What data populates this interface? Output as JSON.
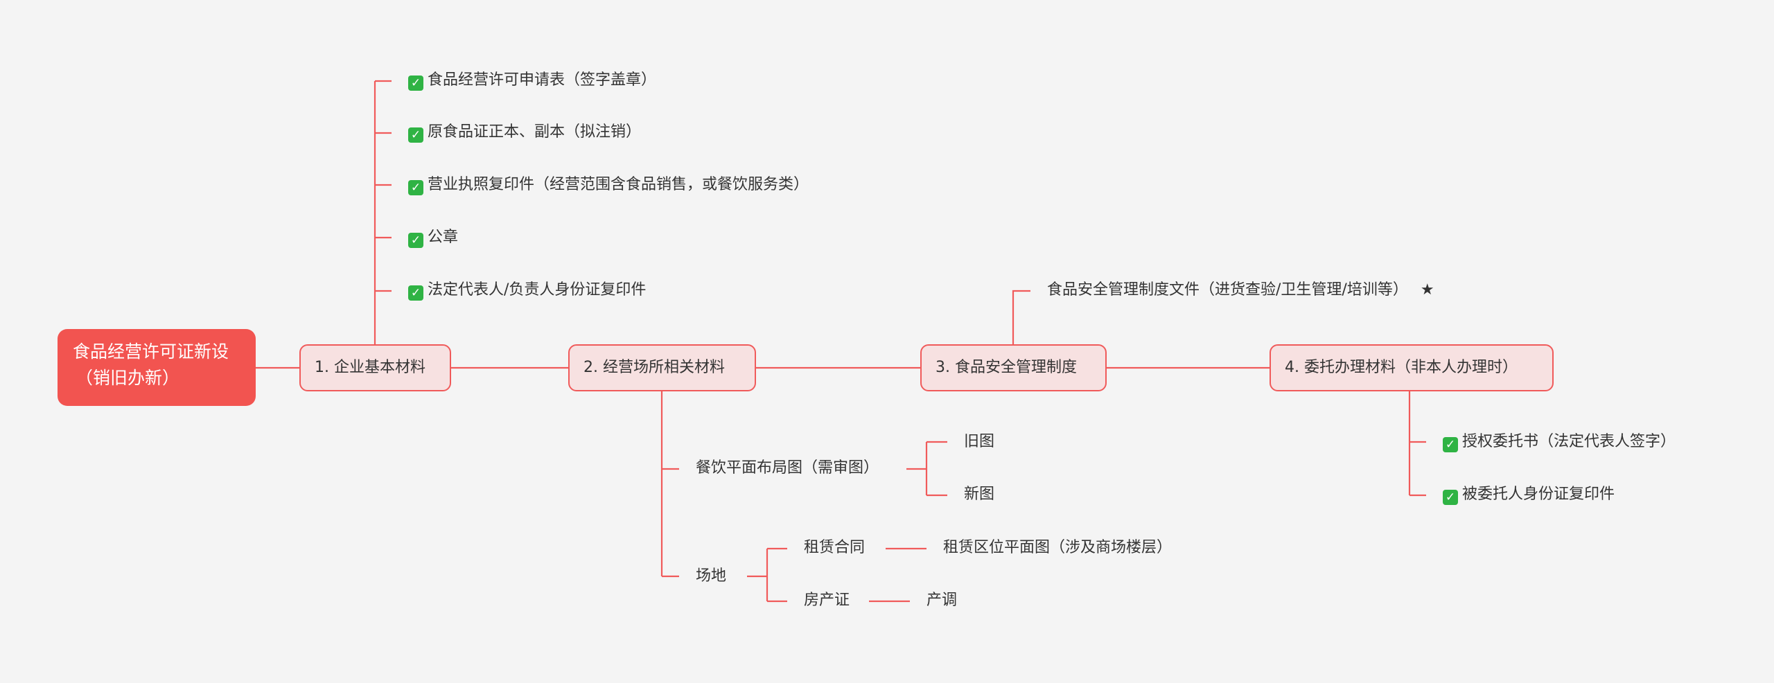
{
  "root": {
    "line1": "食品经营许可证新设",
    "line2": "（销旧办新）"
  },
  "branches": [
    {
      "label": "1. 企业基本材料",
      "items": [
        "食品经营许可申请表（签字盖章）",
        "原食品证正本、副本（拟注销）",
        "营业执照复印件（经营范围含食品销售，或餐饮服务类）",
        "公章",
        "法定代表人/负责人身份证复印件"
      ]
    },
    {
      "label": "2. 经营场所相关材料",
      "layout": {
        "label": "餐饮平面布局图（需审图）",
        "children": [
          "旧图",
          "新图"
        ]
      },
      "site": {
        "label": "场地",
        "lease": {
          "label": "租赁合同",
          "child": "租赁区位平面图（涉及商场楼层）"
        },
        "deed": {
          "label": "房产证",
          "child": "产调"
        }
      }
    },
    {
      "label": "3. 食品安全管理制度",
      "doc": "食品安全管理制度文件（进货查验/卫生管理/培训等）",
      "star": "★"
    },
    {
      "label": "4. 委托办理材料（非本人办理时）",
      "items": [
        "授权委托书（法定代表人签字）",
        "被委托人身份证复印件"
      ]
    }
  ],
  "check_symbol": "✓",
  "colors": {
    "line": "#f05a5a",
    "root": "#f25450",
    "branch_fill": "#f7e1e1",
    "check": "#2fb344"
  }
}
